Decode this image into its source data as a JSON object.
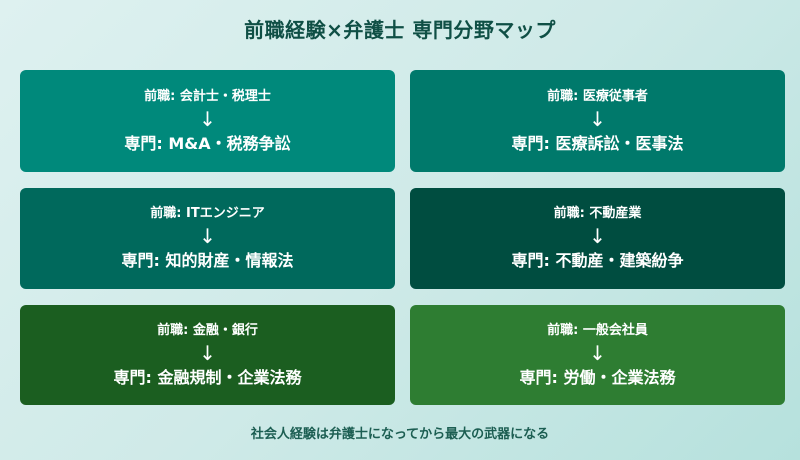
{
  "title": "前職経験×弁護士 専門分野マップ",
  "arrow_glyph": "↓",
  "cards": [
    {
      "previous": "前職: 会計士・税理士",
      "specialty": "専門: M&A・税務争訟",
      "color": "#00897b"
    },
    {
      "previous": "前職: 医療従事者",
      "specialty": "専門: 医療訴訟・医事法",
      "color": "#00796b"
    },
    {
      "previous": "前職: ITエンジニア",
      "specialty": "専門: 知的財産・情報法",
      "color": "#00695c"
    },
    {
      "previous": "前職: 不動産業",
      "specialty": "専門: 不動産・建築紛争",
      "color": "#004d40"
    },
    {
      "previous": "前職: 金融・銀行",
      "specialty": "専門: 金融規制・企業法務",
      "color": "#1b5e20"
    },
    {
      "previous": "前職: 一般会社員",
      "specialty": "専門: 労働・企業法務",
      "color": "#2e7d32"
    }
  ],
  "footer": "社会人経験は弁護士になってから最大の武器になる"
}
